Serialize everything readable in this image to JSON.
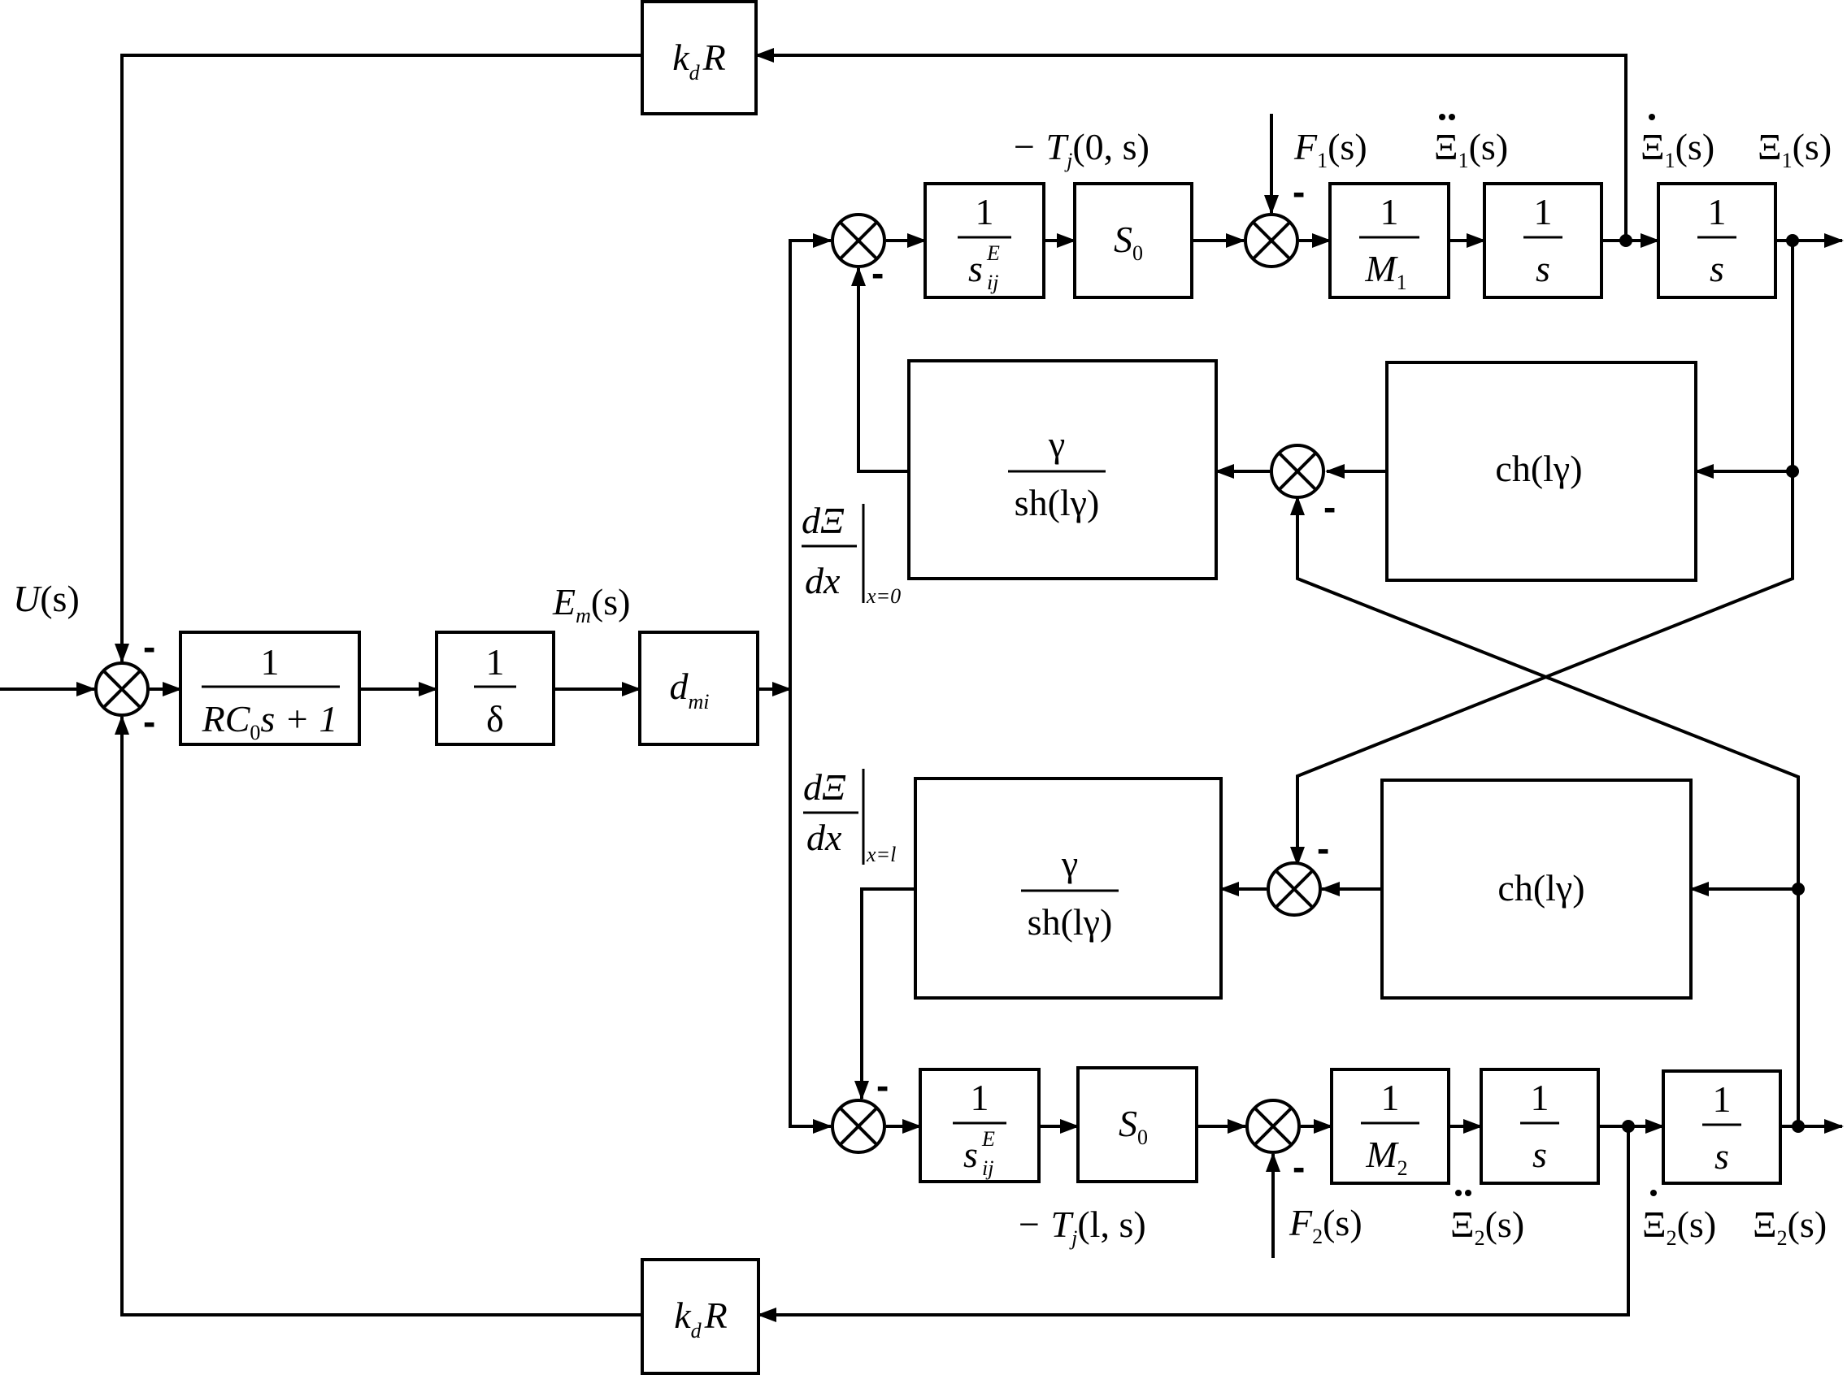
{
  "diagram": {
    "input": {
      "main": "U",
      "arg": "(s)"
    },
    "blocks": {
      "kdR": {
        "a": "k",
        "sub": "d",
        "b": "R"
      },
      "rc": {
        "num": "1",
        "den_a": "RC",
        "den_sub": "0",
        "den_b": "s + 1"
      },
      "delta": {
        "num": "1",
        "den": "δ"
      },
      "dmi": {
        "main": "d",
        "sub": "mi"
      },
      "compliance": {
        "num": "1",
        "den_main": "s",
        "den_sup": "E",
        "den_sub": "ij"
      },
      "s0": {
        "main": "S",
        "sub": "0"
      },
      "m1": {
        "num": "1",
        "den_main": "M",
        "den_sub": "1"
      },
      "m2": {
        "num": "1",
        "den_main": "M",
        "den_sub": "2"
      },
      "integrator": {
        "num": "1",
        "den": "s"
      },
      "gamma_sh": {
        "num": "γ",
        "den": "sh(lγ)"
      },
      "ch": {
        "text": "ch(lγ)"
      }
    },
    "labels": {
      "em": {
        "main": "E",
        "sub": "m",
        "arg": "(s)"
      },
      "tj0": {
        "pre": "− T",
        "sub": "j",
        "arg": "(0, s)"
      },
      "tjl": {
        "pre": "− T",
        "sub": "j",
        "arg": "(l, s)"
      },
      "f1": {
        "main": "F",
        "sub": "1",
        "arg": "(s)"
      },
      "f2": {
        "main": "F",
        "sub": "2",
        "arg": "(s)"
      },
      "xi1_dd": {
        "main": "Ξ",
        "sub": "1",
        "arg": "(s)"
      },
      "xi1_d": {
        "main": "Ξ",
        "sub": "1",
        "arg": "(s)"
      },
      "xi1": {
        "main": "Ξ",
        "sub": "1",
        "arg": "(s)"
      },
      "xi2_dd": {
        "main": "Ξ",
        "sub": "2",
        "arg": "(s)"
      },
      "xi2_d": {
        "main": "Ξ",
        "sub": "2",
        "arg": "(s)"
      },
      "xi2": {
        "main": "Ξ",
        "sub": "2",
        "arg": "(s)"
      },
      "dxi0": {
        "num": "dΞ",
        "den": "dx",
        "eval": "x=0"
      },
      "dxil": {
        "num": "dΞ",
        "den": "dx",
        "eval": "x=l"
      }
    },
    "sign": "-"
  }
}
